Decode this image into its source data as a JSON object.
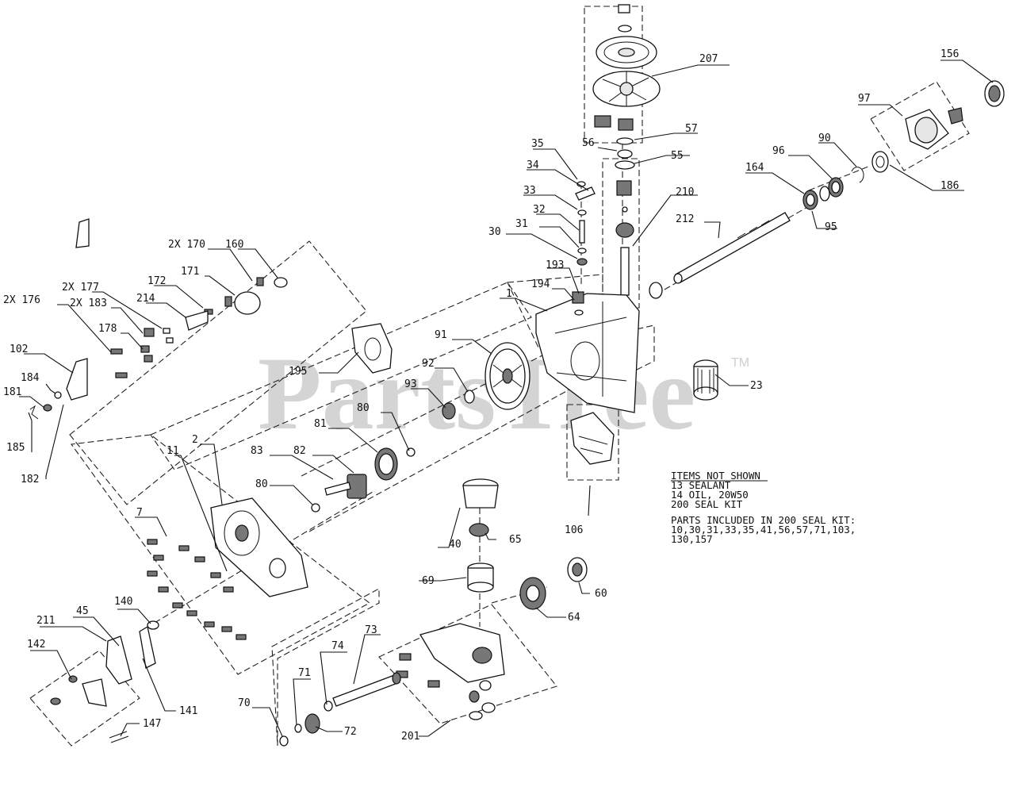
{
  "watermark": {
    "text": "PartsTree",
    "trademark": "TM"
  },
  "notes": {
    "header": "ITEMS NOT SHOWN",
    "lines": [
      "13 SEALANT",
      "14 OIL, 20W50",
      "200 SEAL KIT",
      "",
      "PARTS INCLUDED IN 200 SEAL KIT:",
      "10,30,31,33,35,41,56,57,71,103,",
      "130,157"
    ]
  },
  "callouts": [
    {
      "id": "c156",
      "label": "156"
    },
    {
      "id": "c97",
      "label": "97"
    },
    {
      "id": "c207",
      "label": "207"
    },
    {
      "id": "c90",
      "label": "90"
    },
    {
      "id": "c96",
      "label": "96"
    },
    {
      "id": "c164",
      "label": "164"
    },
    {
      "id": "c57",
      "label": "57"
    },
    {
      "id": "c56",
      "label": "56"
    },
    {
      "id": "c55",
      "label": "55"
    },
    {
      "id": "c186",
      "label": "186"
    },
    {
      "id": "c35",
      "label": "35"
    },
    {
      "id": "c34",
      "label": "34"
    },
    {
      "id": "c33",
      "label": "33"
    },
    {
      "id": "c32",
      "label": "32"
    },
    {
      "id": "c31",
      "label": "31"
    },
    {
      "id": "c30",
      "label": "30"
    },
    {
      "id": "c210",
      "label": "210"
    },
    {
      "id": "c212",
      "label": "212"
    },
    {
      "id": "c95",
      "label": "95"
    },
    {
      "id": "c193",
      "label": "193"
    },
    {
      "id": "c194",
      "label": "194"
    },
    {
      "id": "c1",
      "label": "1"
    },
    {
      "id": "c2x170",
      "label": "2X 170"
    },
    {
      "id": "c160",
      "label": "160"
    },
    {
      "id": "c171",
      "label": "171"
    },
    {
      "id": "c172",
      "label": "172"
    },
    {
      "id": "c2x177",
      "label": "2X 177"
    },
    {
      "id": "c214",
      "label": "214"
    },
    {
      "id": "c2x176",
      "label": "2X 176"
    },
    {
      "id": "c2x183",
      "label": "2X 183"
    },
    {
      "id": "c178",
      "label": "178"
    },
    {
      "id": "c91",
      "label": "91"
    },
    {
      "id": "c102",
      "label": "102"
    },
    {
      "id": "c92",
      "label": "92"
    },
    {
      "id": "c195",
      "label": "195"
    },
    {
      "id": "c23",
      "label": "23"
    },
    {
      "id": "c184",
      "label": "184"
    },
    {
      "id": "c93",
      "label": "93"
    },
    {
      "id": "c181",
      "label": "181"
    },
    {
      "id": "c80a",
      "label": "80"
    },
    {
      "id": "c81",
      "label": "81"
    },
    {
      "id": "c185",
      "label": "185"
    },
    {
      "id": "c2",
      "label": "2"
    },
    {
      "id": "c11",
      "label": "11"
    },
    {
      "id": "c83",
      "label": "83"
    },
    {
      "id": "c82",
      "label": "82"
    },
    {
      "id": "c182",
      "label": "182"
    },
    {
      "id": "c80b",
      "label": "80"
    },
    {
      "id": "c7",
      "label": "7"
    },
    {
      "id": "c106",
      "label": "106"
    },
    {
      "id": "c40",
      "label": "40"
    },
    {
      "id": "c65",
      "label": "65"
    },
    {
      "id": "c69",
      "label": "69"
    },
    {
      "id": "c60",
      "label": "60"
    },
    {
      "id": "c140",
      "label": "140"
    },
    {
      "id": "c211",
      "label": "211"
    },
    {
      "id": "c45",
      "label": "45"
    },
    {
      "id": "c64",
      "label": "64"
    },
    {
      "id": "c142",
      "label": "142"
    },
    {
      "id": "c73",
      "label": "73"
    },
    {
      "id": "c74",
      "label": "74"
    },
    {
      "id": "c71",
      "label": "71"
    },
    {
      "id": "c141",
      "label": "141"
    },
    {
      "id": "c70",
      "label": "70"
    },
    {
      "id": "c147",
      "label": "147"
    },
    {
      "id": "c72",
      "label": "72"
    },
    {
      "id": "c201",
      "label": "201"
    }
  ]
}
